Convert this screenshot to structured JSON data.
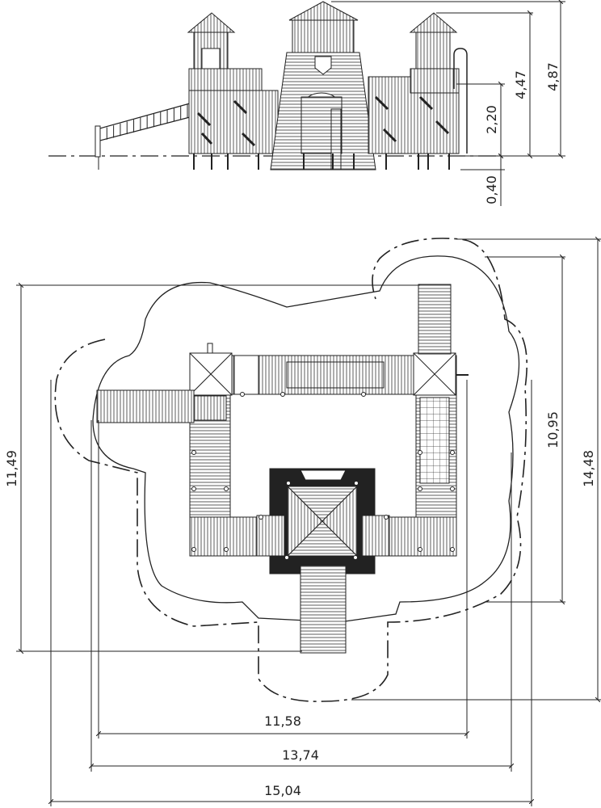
{
  "elevation": {
    "dimensions": {
      "total_height": "4,87",
      "roof_height": "4,47",
      "platform_height": "2,20",
      "foundation_depth": "0,40"
    }
  },
  "plan": {
    "dimensions": {
      "overall_depth": "14,48",
      "structure_depth": "10,95",
      "left_depth": "11,49",
      "structure_width": "11,58",
      "inner_zone_width": "13,74",
      "overall_width": "15,04"
    }
  }
}
